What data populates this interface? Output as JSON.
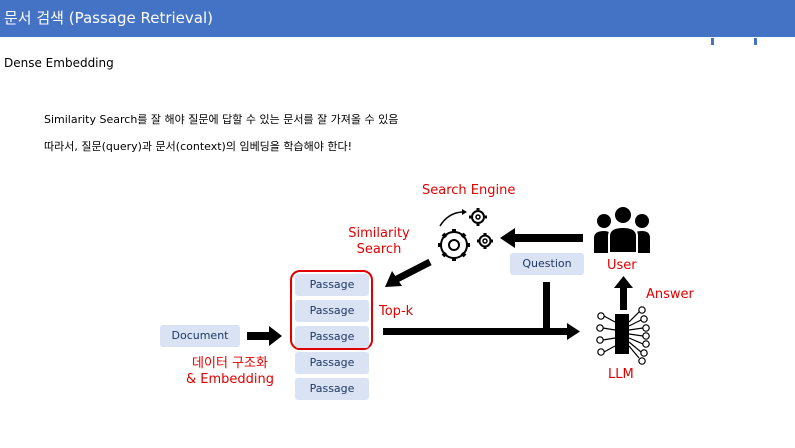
{
  "header": {
    "title": "문서 검색 (Passage Retrieval)",
    "accent_color": "#4472c4"
  },
  "section": {
    "subtitle": "Dense Embedding",
    "lines": [
      "Similarity Search를 잘 해야 질문에 답할 수 있는 문서를 잘 가져올 수 있음",
      "따라서, 질문(query)과 문서(context)의 임베딩을 학습해야 한다!"
    ]
  },
  "diagram": {
    "document_label": "Document",
    "passages": [
      "Passage",
      "Passage",
      "Passage",
      "Passage",
      "Passage"
    ],
    "question_label": "Question",
    "labels": {
      "search_engine": "Search Engine",
      "similarity_line1": "Similarity",
      "similarity_line2": "Search",
      "user": "User",
      "answer": "Answer",
      "top_k": "Top-k",
      "llm": "LLM",
      "structuring_line1": "데이터 구조화",
      "structuring_line2": "& Embedding"
    },
    "icons": [
      "gears-icon",
      "users-icon",
      "neural-network-icon"
    ],
    "colors": {
      "label_red": "#e00000",
      "box_fill": "#dae3f3",
      "box_text": "#1f3864"
    }
  }
}
